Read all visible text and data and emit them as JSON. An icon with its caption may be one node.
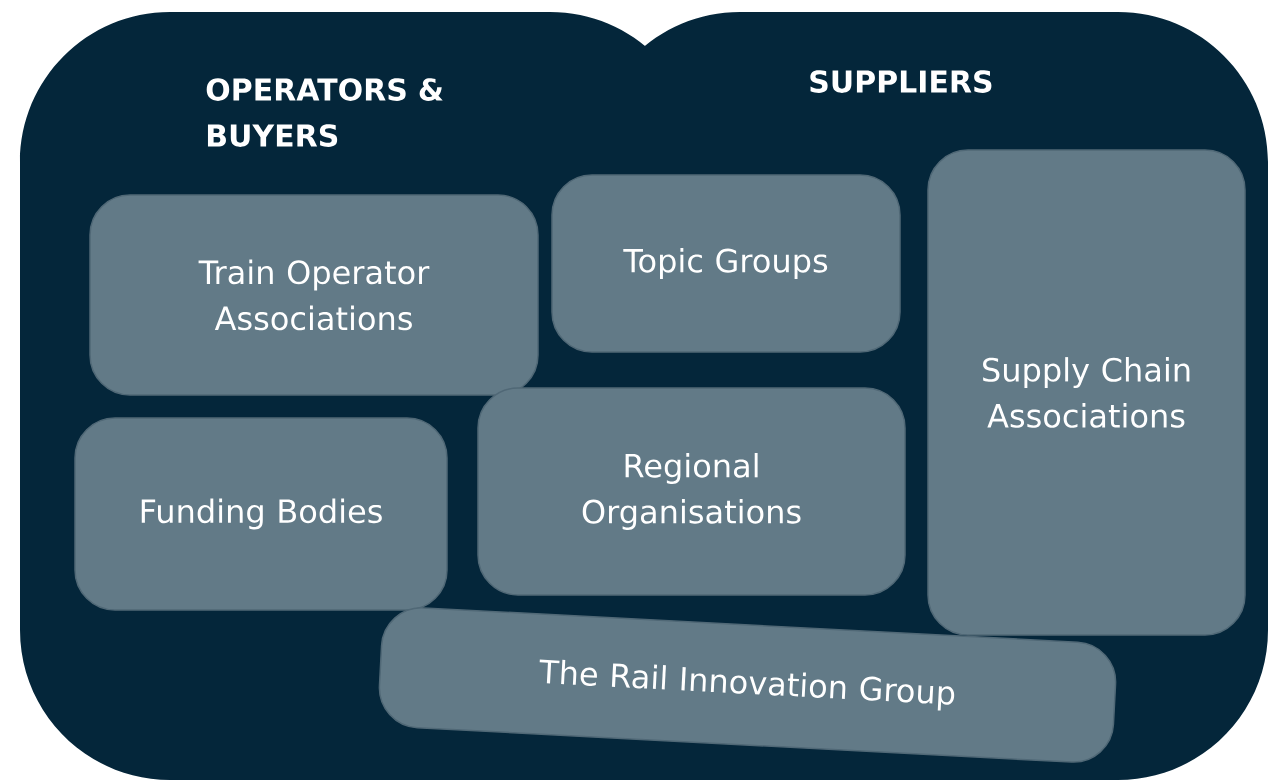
{
  "diagram": {
    "nodes": [
      {
        "text": [
          "OPERATORS & BUYERS",
          "SUPPLIERS"
        ]
      },
      {
        "text": [
          "Train Operator Associations"
        ],
        "in": 0
      },
      {
        "text": [
          "Topic Groups"
        ],
        "in": 0
      },
      {
        "text": [
          "Supply Chain Associations"
        ],
        "in": 0
      },
      {
        "text": [
          "Funding Bodies"
        ],
        "in": 0
      },
      {
        "text": [
          "Regional Organisations"
        ],
        "in": 0
      },
      {
        "text": [
          "The Rail Innovation Group"
        ],
        "in": 0
      }
    ]
  }
}
